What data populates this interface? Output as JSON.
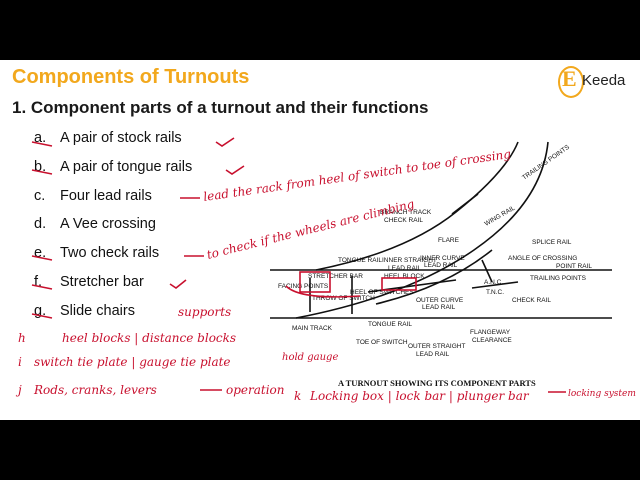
{
  "slide": {
    "title": "Components of Turnouts",
    "subtitle": "1.  Component parts of a turnout and their functions",
    "brand": "Keeda",
    "items": [
      {
        "marker": "a.",
        "text": "A pair of stock rails"
      },
      {
        "marker": "b.",
        "text": "A pair of tongue rails"
      },
      {
        "marker": "c.",
        "text": "Four lead rails"
      },
      {
        "marker": "d.",
        "text": "A Vee crossing"
      },
      {
        "marker": "e.",
        "text": "Two check rails"
      },
      {
        "marker": "f.",
        "text": "Stretcher bar"
      },
      {
        "marker": "g.",
        "text": "Slide chairs"
      }
    ]
  },
  "handwriting": {
    "lead_rails_note": "lead the rack from heel of switch to toe of crossing",
    "check_rails_note": "to check if the wheels are climbing",
    "slide_chairs_note": "supports",
    "heel_blocks": "heel blocks | distance blocks",
    "switch_tie_plate": "switch tie plate | gauge tie plate",
    "hold_gauge": "hold gauge",
    "rods": "Rods, cranks, levers",
    "operation": "operation",
    "locking": "Locking box | lock bar | plunger bar",
    "locking_system": "locking system",
    "item_h": "h",
    "item_i": "i",
    "item_j": "j",
    "item_k": "k"
  },
  "diagram": {
    "caption": "A TURNOUT SHOWING ITS COMPONENT PARTS",
    "labels": {
      "trailing_points_top": "TRAILING POINTS",
      "branch_track": "BRANCH TRACK",
      "check_rail": "CHECK RAIL",
      "wing_rail": "WING RAIL",
      "flare": "FLARE",
      "splice_rail": "SPLICE RAIL",
      "tongue_rail": "TONGUE RAIL",
      "inner_straight": "INNER STRAIGHT",
      "lead_rail": "LEAD RAIL",
      "inner_curve": "INNER CURVE",
      "inner_curve_lead": "LEAD RAIL",
      "angle_of_crossing": "ANGLE OF CROSSING",
      "point_rail": "POINT RAIL",
      "stretcher_bar": "STRETCHER BAR",
      "facing_points": "FACING POINTS",
      "throw_of_switch": "THROW OF SWITCH",
      "heel_of_switches": "HEEL OF SWITCHES",
      "heel_block": "HEEL BLOCK",
      "anc": "A.N.C.",
      "tnc": "T.N.C.",
      "trailing_points": "TRAILING POINTS",
      "check_rail_2": "CHECK RAIL",
      "outer_curve": "OUTER CURVE",
      "outer_curve_lead": "LEAD RAIL",
      "main_track": "MAIN TRACK",
      "tongue_rail_2": "TONGUE RAIL",
      "toe_of_switch": "TOE OF SWITCH",
      "flangeway": "FLANGEWAY",
      "clearance": "CLEARANCE",
      "outer_straight": "OUTER STRAIGHT",
      "outer_straight_lead": "LEAD RAIL"
    }
  },
  "colors": {
    "title": "#f2a81d",
    "ink": "#c8102e",
    "background": "#ffffff"
  }
}
